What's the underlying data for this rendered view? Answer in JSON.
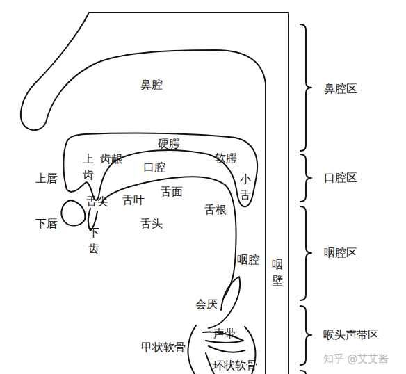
{
  "diagram": {
    "labels": [
      "鼻腔",
      "硬腭",
      "齿龈",
      "上齿",
      "口腔",
      "软腭",
      "上唇",
      "舌尖",
      "舌叶",
      "舌面",
      "小舌",
      "下唇",
      "下齿",
      "舌头",
      "舌根",
      "咽腔",
      "咽壁",
      "会厌",
      "声带",
      "甲状软骨",
      "环状软骨",
      "鼻腔区",
      "口腔区",
      "咽腔区",
      "喉头声带区",
      "知乎 @艾艾酱"
    ]
  }
}
